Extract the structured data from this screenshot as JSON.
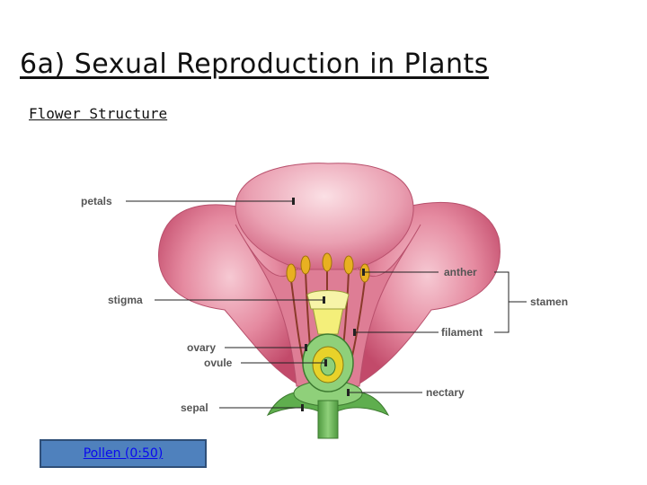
{
  "slide": {
    "title": "6a) Sexual Reproduction in Plants",
    "subtitle": "Flower Structure"
  },
  "diagram": {
    "labels": {
      "petals": "petals",
      "stigma": "stigma",
      "ovary": "ovary",
      "ovule": "ovule",
      "sepal": "sepal",
      "anther": "anther",
      "stamen": "stamen",
      "filament": "filament",
      "nectary": "nectary"
    },
    "colors": {
      "petal": "#e58aa0",
      "petal_dark": "#c24a6a",
      "stem": "#5fae4e",
      "ovary": "#8fd07a",
      "stigma": "#f4ef7a",
      "anther": "#e8b021"
    }
  },
  "link": {
    "label": "Pollen (0:50)"
  }
}
